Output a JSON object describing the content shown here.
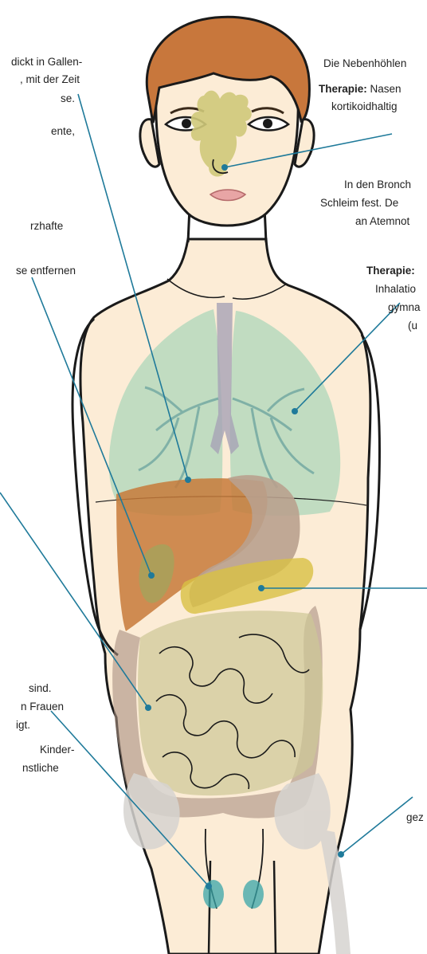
{
  "labels": {
    "gallbladder_l1": "dickt in Gallen-",
    "gallbladder_l2": ", mit der Zeit",
    "gallbladder_l3": "se.",
    "gallbladder_l4": "ente,",
    "liver_l1": "rzhafte",
    "liver_l2": "se entfernen",
    "intestine_l1": "sind.",
    "intestine_l2": "n Frauen",
    "intestine_l3": "igt.",
    "reproductive_l1": "Kinder-",
    "reproductive_l2": "nstliche",
    "sinus_l1": "Die Nebenhöhlen",
    "sinus_therapy_bold": "Therapie:",
    "sinus_therapy_text": " Nasen",
    "sinus_l3": "kortikoidhaltig",
    "lung_l1": "In den Bronch",
    "lung_l2": "Schleim fest. De",
    "lung_l3": "an Atemnot",
    "lung_therapy_bold": "Therapie:",
    "lung_l5": "Inhalatio",
    "lung_l6": "gymna",
    "lung_l7": "(u",
    "bone_l1": "gez"
  },
  "colors": {
    "skin": "#fcecd6",
    "outline": "#1a1a1a",
    "hair": "#c8773c",
    "sinus": "#cfc97a",
    "lung": "#8fd0b0",
    "trachea": "#a6a3b5",
    "liver": "#c77a3a",
    "stomach": "#b9a18e",
    "pancreas": "#d8c043",
    "intestine": "#cdc796",
    "colon": "#a89080",
    "bone": "#d6d3d0",
    "testis": "#3aa6a8",
    "leader_line": "#1f7a9a"
  }
}
